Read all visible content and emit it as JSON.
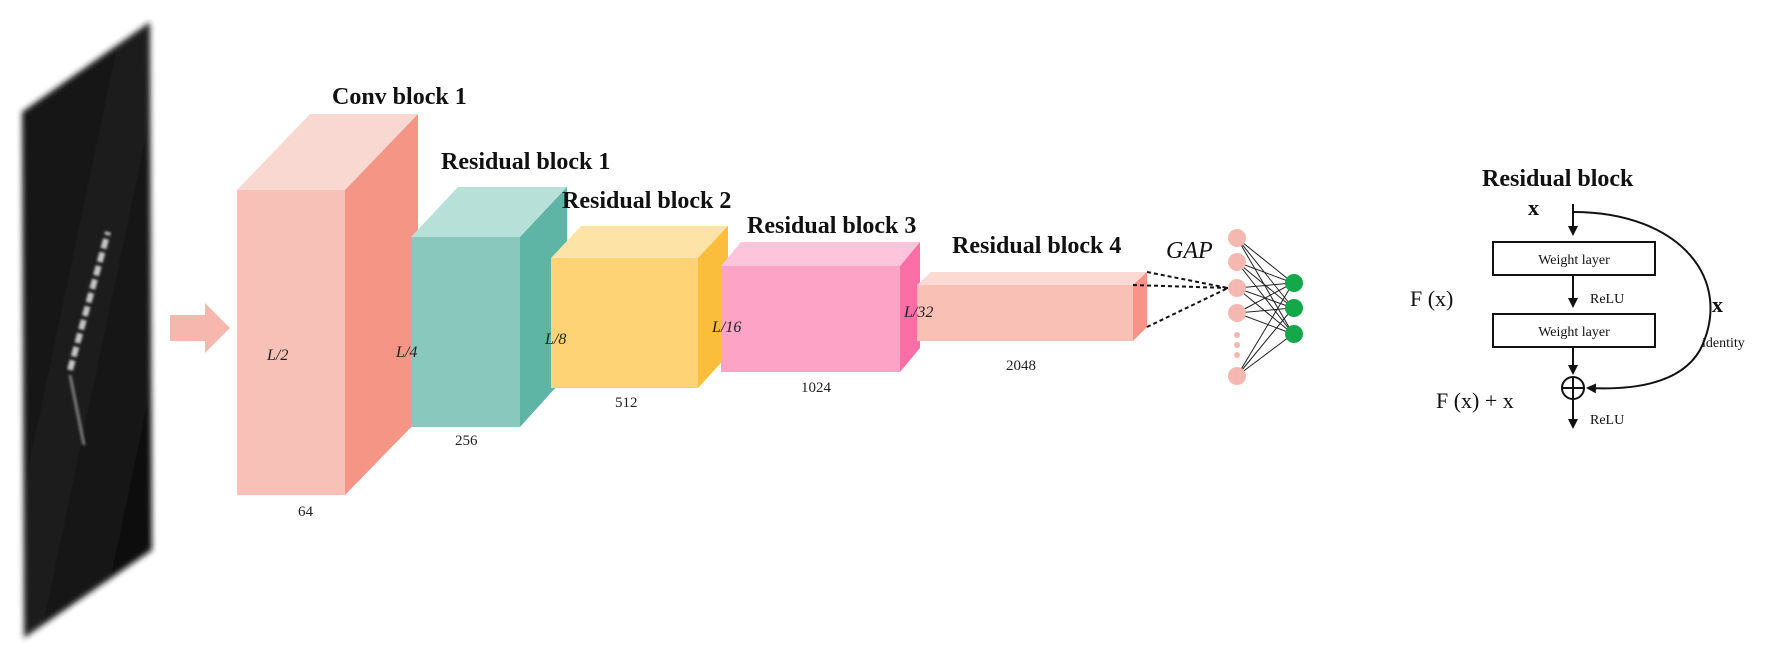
{
  "blocks": [
    {
      "title": "Conv block 1",
      "side_label": "L/2",
      "depth_label": "64",
      "front": "#f7c1b8",
      "top": "#fad8d2",
      "side": "#f49585"
    },
    {
      "title": "Residual block 1",
      "side_label": "L/4",
      "depth_label": "256",
      "front": "#88c8bd",
      "top": "#b7e0d9",
      "side": "#5eb5a6"
    },
    {
      "title": "Residual block 2",
      "side_label": "L/8",
      "depth_label": "512",
      "front": "#fdd375",
      "top": "#fde3a5",
      "side": "#fbbd3c"
    },
    {
      "title": "Residual block 3",
      "side_label": "L/16",
      "depth_label": "1024",
      "front": "#fca3c6",
      "top": "#fdc4dc",
      "side": "#fb6fa6"
    },
    {
      "title": "Residual block 4",
      "side_label": "L/32",
      "depth_label": "2048",
      "front": "#f9c1b6",
      "top": "#fbdad4",
      "side": "#f69585"
    }
  ],
  "gap": {
    "label": "GAP",
    "node_color": "#f5b8b1",
    "output_color": "#14a84a"
  },
  "residual_block": {
    "title": "Residual block",
    "input_label": "x",
    "layer1_label": "Weight layer",
    "layer2_label": "Weight layer",
    "relu_label": "ReLU",
    "relu_out_label": "ReLU",
    "fx_label": "F (x)",
    "sum_label": "F (x) + x",
    "skip_label": "x",
    "identity_label": "identity"
  }
}
